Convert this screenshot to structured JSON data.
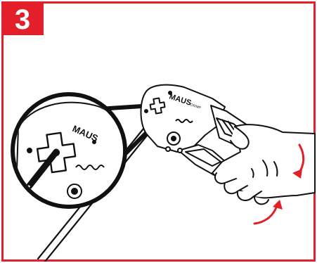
{
  "step": {
    "number": "3"
  },
  "tool": {
    "brand_label": "MAUS",
    "model_label": "CRIMP"
  },
  "colors": {
    "accent": "#e3202a",
    "line": "#111111",
    "paper": "#ffffff"
  }
}
